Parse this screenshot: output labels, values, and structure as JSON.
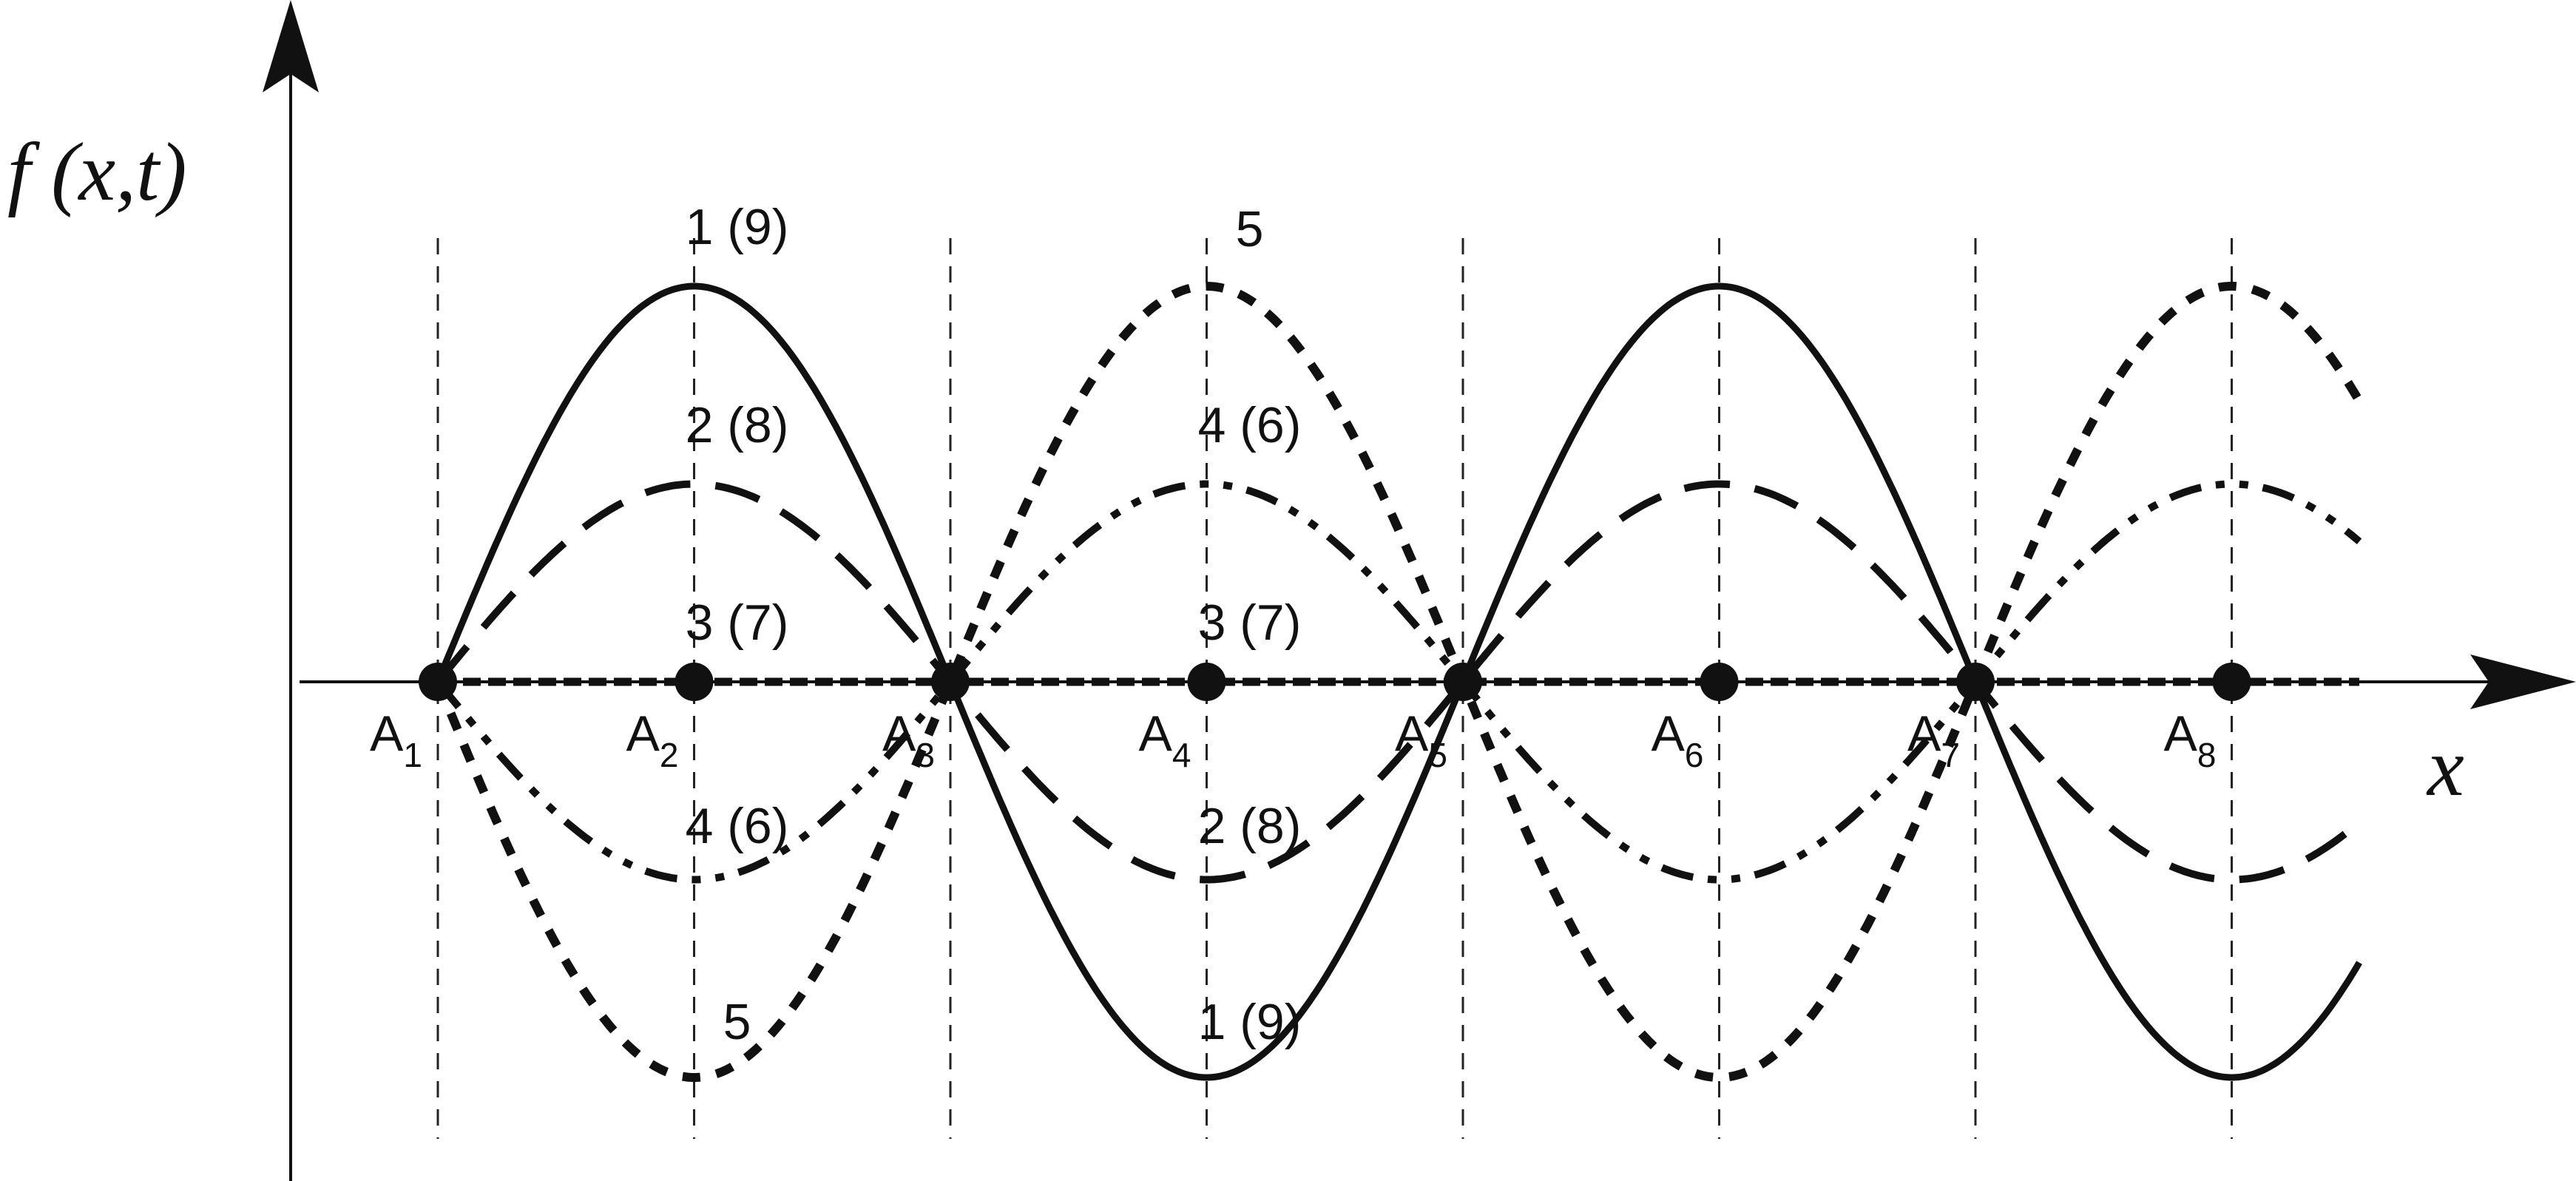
{
  "axes": {
    "y_label": "f (x,t)",
    "x_label": "x"
  },
  "nodes": [
    {
      "base": "A",
      "sub": "1"
    },
    {
      "base": "A",
      "sub": "2"
    },
    {
      "base": "A",
      "sub": "3"
    },
    {
      "base": "A",
      "sub": "4"
    },
    {
      "base": "A",
      "sub": "5"
    },
    {
      "base": "A",
      "sub": "6"
    },
    {
      "base": "A",
      "sub": "7"
    },
    {
      "base": "A",
      "sub": "8"
    }
  ],
  "curves": [
    {
      "id": "1",
      "label": "1 (9)",
      "style": "solid",
      "amplitude": 1.0
    },
    {
      "id": "2",
      "label": "2 (8)",
      "style": "dash",
      "amplitude": 0.5
    },
    {
      "id": "3",
      "label": "3 (7)",
      "style": "short-dash",
      "amplitude": 0.0
    },
    {
      "id": "4",
      "label": "4 (6)",
      "style": "dash-dot-dot",
      "amplitude": -0.5
    },
    {
      "id": "5",
      "label": "5",
      "style": "dot",
      "amplitude": -1.0
    }
  ],
  "annotations": [
    {
      "text": "1 (9)",
      "near": "A2",
      "side": "top"
    },
    {
      "text": "2 (8)",
      "near": "A2",
      "side": "upper"
    },
    {
      "text": "3 (7)",
      "near": "A2",
      "side": "axis"
    },
    {
      "text": "4 (6)",
      "near": "A2",
      "side": "lower"
    },
    {
      "text": "5",
      "near": "A2",
      "side": "bottom"
    },
    {
      "text": "5",
      "near": "A4",
      "side": "top"
    },
    {
      "text": "4 (6)",
      "near": "A4",
      "side": "upper"
    },
    {
      "text": "3 (7)",
      "near": "A4",
      "side": "axis"
    },
    {
      "text": "2 (8)",
      "near": "A4",
      "side": "lower"
    },
    {
      "text": "1 (9)",
      "near": "A4",
      "side": "bottom"
    }
  ]
}
